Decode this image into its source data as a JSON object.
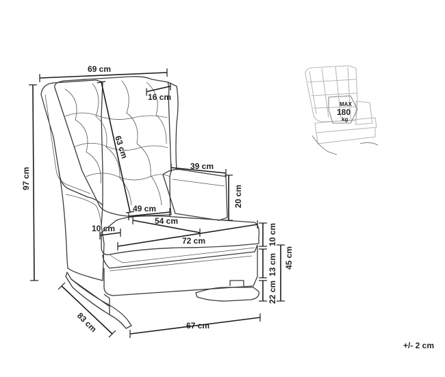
{
  "dimensions": {
    "top_width": "69 cm",
    "wing_depth": "16 cm",
    "total_height": "97 cm",
    "backrest_height": "63 cm",
    "armrest_length": "39 cm",
    "armrest_height": "20 cm",
    "seat_width": "49 cm",
    "seat_depth": "54 cm",
    "side_offset": "10 cm",
    "seat_diagonal": "72 cm",
    "cushion_height": "10 cm",
    "base_height": "13 cm",
    "leg_height": "22 cm",
    "seat_height": "45 cm",
    "total_depth": "83 cm",
    "rocker_length": "67 cm"
  },
  "max_load": {
    "label": "MAX",
    "value": "180",
    "unit": "kg"
  },
  "tolerance": "+/- 2 cm"
}
